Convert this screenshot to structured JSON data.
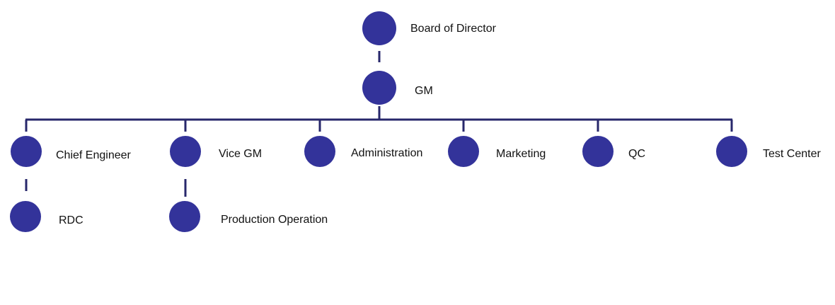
{
  "colors": {
    "node_fill": "#33339a",
    "connector": "#27276b",
    "label_text": "#111111",
    "background": "#ffffff"
  },
  "nodes": {
    "board": {
      "label": "Board of Director"
    },
    "gm": {
      "label": "GM"
    },
    "chief_engineer": {
      "label": "Chief Engineer"
    },
    "vice_gm": {
      "label": "Vice GM"
    },
    "administration": {
      "label": "Administration"
    },
    "marketing": {
      "label": "Marketing"
    },
    "qc": {
      "label": "QC"
    },
    "test_center": {
      "label": "Test Center"
    },
    "rdc": {
      "label": "RDC"
    },
    "production_operation": {
      "label": "Production Operation"
    }
  }
}
